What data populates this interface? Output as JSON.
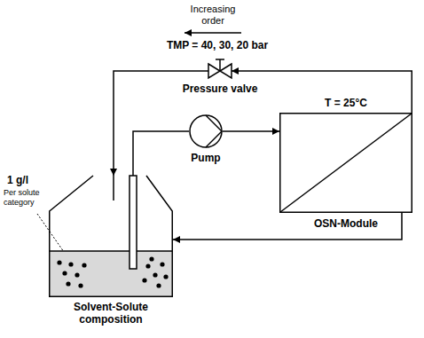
{
  "diagram": {
    "nodes": [
      {
        "text": [
          "Pressure valve"
        ]
      },
      {
        "text": [
          "Pump"
        ]
      },
      {
        "text": [
          "T = 25°C",
          "OSN-Module"
        ]
      },
      {
        "text": [
          "Solvent-Solute composition"
        ]
      }
    ],
    "edges": [
      {
        "from": 3,
        "to": 1,
        "arrow": "none"
      },
      {
        "from": 1,
        "to": 2,
        "arrow": "to"
      },
      {
        "from": 2,
        "to": 0,
        "arrow": "to"
      },
      {
        "from": 0,
        "to": 3,
        "arrow": "to"
      },
      {
        "from": 2,
        "to": 3,
        "arrow": "to"
      }
    ],
    "labels": [
      "Increasing order",
      "TMP = 40, 30, 20 bar",
      "1 g/l",
      "Per solute category"
    ]
  }
}
